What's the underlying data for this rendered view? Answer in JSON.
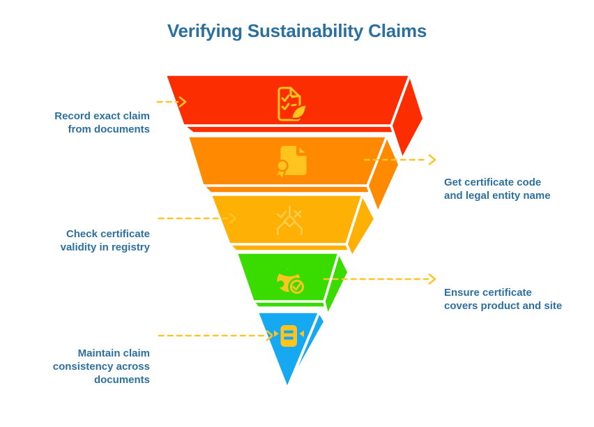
{
  "title": "Verifying Sustainability Claims",
  "colors": {
    "background": "#ffffff",
    "title_text": "#2b6f9f",
    "label_text": "#2d709f",
    "arrow": "#ffc428",
    "icon": "#ffc41d",
    "icon_soft": "#ffd04f"
  },
  "funnel": {
    "type": "inverted-pyramid",
    "levels": [
      {
        "step": 1,
        "color": "#fc2e01",
        "icon": "document-checklist-leaf-icon",
        "label_side": "left",
        "label": "Record exact claim from documents",
        "label_lines": [
          "Record exact claim",
          "from documents"
        ]
      },
      {
        "step": 2,
        "color": "#ff8a01",
        "icon": "certificate-file-icon",
        "label_side": "right",
        "label": "Get certificate code and legal entity name",
        "label_lines": [
          "Get certificate code",
          "and legal entity name"
        ]
      },
      {
        "step": 3,
        "color": "#ffb005",
        "icon": "validity-check-icon",
        "label_side": "left",
        "label": "Check certificate validity in registry",
        "label_lines": [
          "Check certificate",
          "validity in registry"
        ]
      },
      {
        "step": 4,
        "color": "#3adc00",
        "icon": "globe-check-icon",
        "label_side": "right",
        "label": "Ensure certificate covers product and site",
        "label_lines": [
          "Ensure certificate",
          "covers product and site"
        ]
      },
      {
        "step": 5,
        "color": "#17a8f2",
        "icon": "document-consistency-icon",
        "label_side": "left",
        "label": "Maintain claim consistency across documents",
        "label_lines": [
          "Maintain claim",
          "consistency across",
          "documents"
        ]
      }
    ]
  }
}
